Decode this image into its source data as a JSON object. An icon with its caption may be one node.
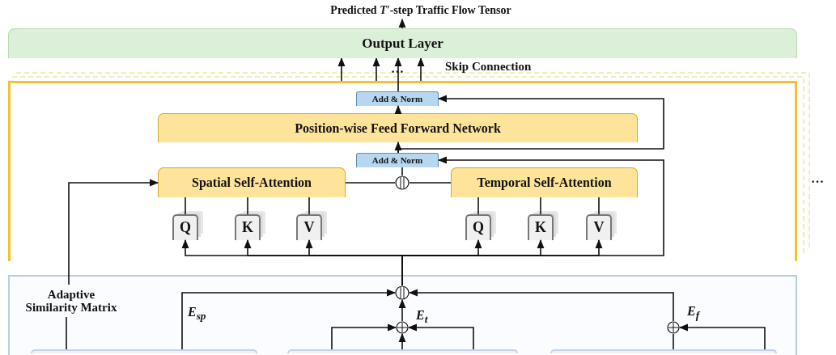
{
  "diagram": {
    "nodes": [
      {
        "text": [
          "Output Layer"
        ]
      },
      {
        "text": [
          "Predicted *T′*-step Traffic Flow Tensor"
        ]
      },
      {
        "text": [],
        "shape": "box"
      },
      {
        "text": [
          "Add & Norm"
        ],
        "in": 2
      },
      {
        "text": [
          "Position-wise Feed Forward Network"
        ],
        "in": 2
      },
      {
        "text": [
          "Add & Norm"
        ],
        "in": 2
      },
      {
        "text": [
          "Spatial Self-Attention"
        ],
        "in": 2
      },
      {
        "text": [],
        "shape": "circle",
        "in": 2
      },
      {
        "text": [
          "Temporal Self-Attention"
        ],
        "in": 2
      },
      {
        "text": [
          "Q"
        ],
        "in": 2
      },
      {
        "text": [
          "K"
        ],
        "in": 2
      },
      {
        "text": [
          "V"
        ],
        "in": 2
      },
      {
        "text": [
          "Q"
        ],
        "in": 2
      },
      {
        "text": [
          "K"
        ],
        "in": 2
      },
      {
        "text": [
          "V"
        ],
        "in": 2
      },
      {
        "text": [],
        "shape": "box"
      },
      {
        "text": [],
        "shape": "circle",
        "in": 15
      },
      {
        "text": [],
        "shape": "circle",
        "in": 15
      },
      {
        "text": [],
        "shape": "circle",
        "in": 15
      },
      {
        "text": [],
        "shape": "box",
        "in": 15
      },
      {
        "text": [],
        "shape": "box",
        "in": 15
      },
      {
        "text": [],
        "shape": "box",
        "in": 15
      },
      {
        "text": [
          "Adaptive Similarity Matrix"
        ],
        "in": 15
      }
    ],
    "edges": [
      {
        "from": 0,
        "to": 1,
        "arrow": "to"
      },
      {
        "from": 2,
        "to": 0,
        "arrow": "to"
      },
      {
        "from": 2,
        "to": 0,
        "arrow": "to"
      },
      {
        "from": 3,
        "to": 0,
        "arrow": "to"
      },
      {
        "from": 2,
        "to": 0,
        "arrow": "to"
      },
      {
        "from": 4,
        "to": 3,
        "arrow": "to"
      },
      {
        "from": 5,
        "to": 4,
        "arrow": "to"
      },
      {
        "from": 5,
        "to": 3,
        "arrow": "to"
      },
      {
        "from": 16,
        "to": 5,
        "arrow": "to"
      },
      {
        "from": 16,
        "to": 9,
        "arrow": "to"
      },
      {
        "from": 16,
        "to": 10,
        "arrow": "to"
      },
      {
        "from": 16,
        "to": 11,
        "arrow": "to"
      },
      {
        "from": 16,
        "to": 12,
        "arrow": "to"
      },
      {
        "from": 16,
        "to": 13,
        "arrow": "to"
      },
      {
        "from": 16,
        "to": 14,
        "arrow": "to"
      },
      {
        "from": 9,
        "to": 6,
        "arrow": "none"
      },
      {
        "from": 10,
        "to": 6,
        "arrow": "none"
      },
      {
        "from": 11,
        "to": 6,
        "arrow": "none"
      },
      {
        "from": 12,
        "to": 8,
        "arrow": "none"
      },
      {
        "from": 13,
        "to": 8,
        "arrow": "none"
      },
      {
        "from": 14,
        "to": 8,
        "arrow": "none"
      },
      {
        "from": 6,
        "to": 7,
        "arrow": "none"
      },
      {
        "from": 8,
        "to": 7,
        "arrow": "none"
      },
      {
        "from": 7,
        "to": 5,
        "arrow": "none"
      },
      {
        "from": 22,
        "to": 6,
        "arrow": "to"
      },
      {
        "from": 19,
        "to": 22,
        "arrow": "none"
      },
      {
        "from": 19,
        "to": 16,
        "arrow": "to",
        "label": "E$_{sp}$"
      },
      {
        "from": 17,
        "to": 16,
        "arrow": "to",
        "label": "E$_{t}$"
      },
      {
        "from": 20,
        "to": 17,
        "arrow": "to"
      },
      {
        "from": 20,
        "to": 17,
        "arrow": "to"
      },
      {
        "from": 20,
        "to": 17,
        "arrow": "to"
      },
      {
        "from": 18,
        "to": 16,
        "arrow": "to",
        "label": "E$_{f}$"
      },
      {
        "from": 21,
        "to": 18,
        "arrow": "none"
      },
      {
        "from": 21,
        "to": 18,
        "arrow": "to"
      }
    ],
    "labels": [
      "…",
      "Skip Connection",
      "…"
    ]
  }
}
